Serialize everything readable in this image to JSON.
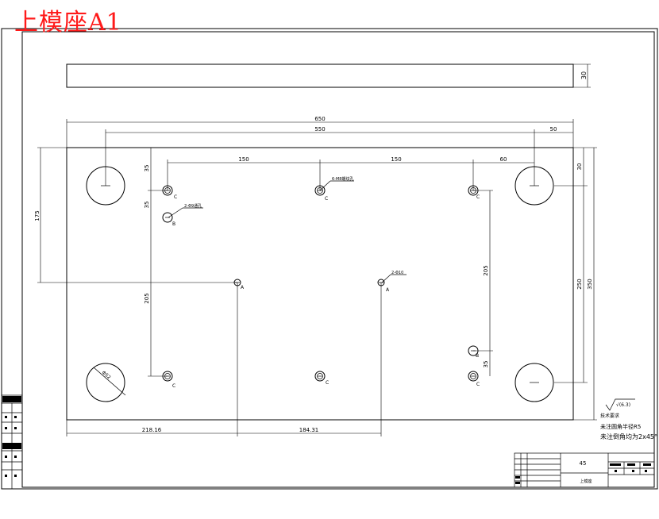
{
  "title": "上模座A1",
  "dimensions": {
    "top_plate_thickness": "30",
    "overall_width": "650",
    "guide_pitch": "550",
    "right_guide_offset": "50",
    "top_offset_right": "30",
    "row_offset_35": "35",
    "gap_150_left": "150",
    "gap_150_right": "150",
    "gap_60": "60",
    "hole_b_offset": "35",
    "left_height_175": "175",
    "left_vertical_205": "205",
    "right_vertical_205": "205",
    "right_height_250": "250",
    "right_height_350": "350",
    "bottom_35": "35",
    "bottom_left_218": "218.16",
    "bottom_mid_184": "184.31",
    "guide_hole_diameter": "Φ52"
  },
  "hole_labels": {
    "c": "C",
    "b": "B",
    "a": "A"
  },
  "hole_notes": {
    "b_note": "2-Φ9通孔",
    "c_note": "6-M8螺纹孔",
    "a_note": "2-Φ10"
  },
  "surface_finish": "√(6.3)",
  "tech_req": {
    "heading": "技术要求",
    "line1": "未注圆角半径R5",
    "line2": "未注倒角均为2x45°"
  },
  "title_block": {
    "scale": "45",
    "part_name": "上模座"
  }
}
